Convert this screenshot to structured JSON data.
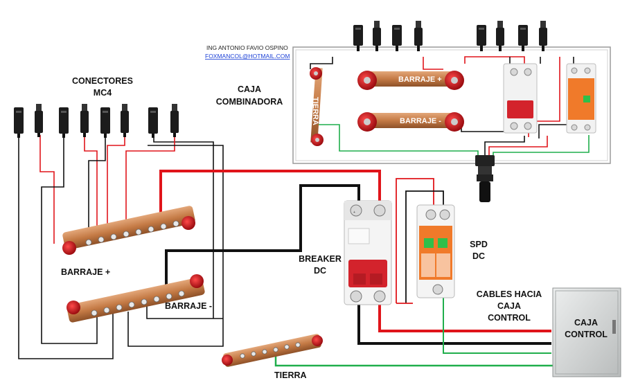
{
  "credits": {
    "author": "ING ANTONIO FAVIO OSPINO",
    "email": "FOXMANCOL@HOTMAIL.COM"
  },
  "labels": {
    "mc4_line1": "CONECTORES",
    "mc4_line2": "MC4",
    "combiner_line1": "CAJA",
    "combiner_line2": "COMBINADORA",
    "bus_pos_inside": "BARRAJE +",
    "bus_neg_inside": "BARRAJE -",
    "ground_inside": "TIERRA",
    "bus_pos": "BARRAJE +",
    "bus_neg": "BARRAJE -",
    "breaker_line1": "BREAKER",
    "breaker_line2": "DC",
    "spd_line1": "SPD",
    "spd_line2": "DC",
    "cables_line1": "CABLES HACIA",
    "cables_line2": "CAJA",
    "cables_line3": "CONTROL",
    "control_line1": "CAJA",
    "control_line2": "CONTROL",
    "ground": "TIERRA"
  },
  "colors": {
    "positive": "#e0141a",
    "negative": "#111111",
    "ground": "#1fae4b",
    "copper": "#c47a45",
    "breaker_red": "#d3232c",
    "spd_orange": "#f07a2a",
    "control_box": "#d4d6d6"
  }
}
